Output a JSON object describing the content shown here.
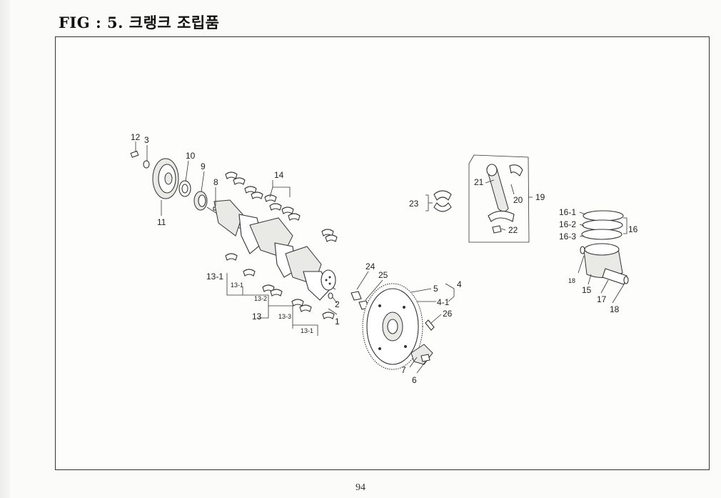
{
  "header": {
    "title": "FIG : 5. 크랭크 조립품"
  },
  "footer": {
    "page_number": "94"
  },
  "callouts": {
    "c12": "12",
    "c3": "3",
    "c10": "10",
    "c9": "9",
    "c8": "8",
    "c11": "11",
    "c14": "14",
    "c13_1a": "13-1",
    "c13_1b": "13-1",
    "c13_2": "13-2",
    "c13_3": "13-3",
    "c13_1c": "13-1",
    "c13": "13",
    "c2": "2",
    "c1": "1",
    "c24": "24",
    "c25": "25",
    "c5": "5",
    "c4": "4",
    "c4_1": "4-1",
    "c26": "26",
    "c7": "7",
    "c6": "6",
    "c23": "23",
    "c21": "21",
    "c20": "20",
    "c19": "19",
    "c22": "22",
    "c16_1": "16-1",
    "c16_2": "16-2",
    "c16_3": "16-3",
    "c16": "16",
    "c18a": "18",
    "c15": "15",
    "c17": "17",
    "c18b": "18"
  }
}
